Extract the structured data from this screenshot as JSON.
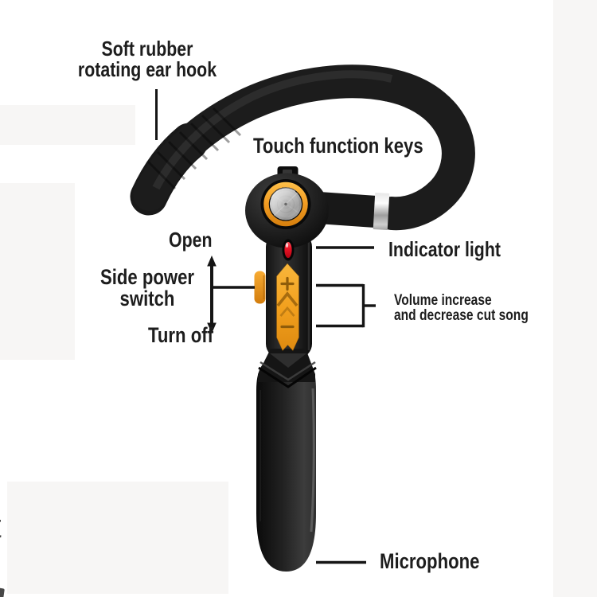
{
  "labels": {
    "ear_hook": [
      "Soft rubber",
      "rotating ear hook"
    ],
    "touch_keys": "Touch function keys",
    "open": "Open",
    "side_power": [
      "Side power",
      "switch"
    ],
    "turn_off": "Turn off",
    "indicator": "Indicator light",
    "volume": [
      "Volume increase",
      "and decrease cut song"
    ],
    "microphone": "Microphone"
  },
  "artifacts": {
    "cropped_letter": "t"
  },
  "colors": {
    "text": "#1d1d1d",
    "callout_line": "#151515",
    "background": "#ffffff",
    "background_patch": "#f7f6f5",
    "body_black": "#1a1a1a",
    "accent_orange": "#f2a01e",
    "led_red": "#e6101e",
    "metal_silver": "#c9c9c9"
  }
}
